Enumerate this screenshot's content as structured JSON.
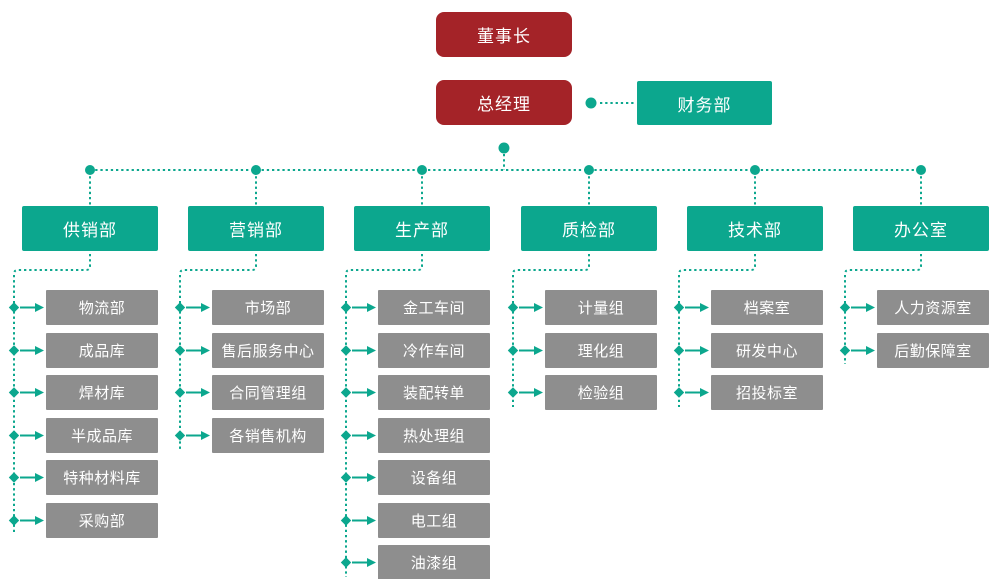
{
  "colors": {
    "leader_red": "#A42328",
    "dept_teal": "#0CA78E",
    "sub_gray": "#8E8E8E",
    "text_white": "#FFFFFF"
  },
  "top_nodes": {
    "chairman": {
      "label": "董事长"
    },
    "general_manager": {
      "label": "总经理"
    },
    "finance": {
      "label": "财务部"
    }
  },
  "departments": [
    {
      "id": "supply-sales",
      "label": "供销部",
      "children": [
        "物流部",
        "成品库",
        "焊材库",
        "半成品库",
        "特种材料库",
        "采购部"
      ]
    },
    {
      "id": "marketing",
      "label": "营销部",
      "children": [
        "市场部",
        "售后服务中心",
        "合同管理组",
        "各销售机构"
      ]
    },
    {
      "id": "production",
      "label": "生产部",
      "children": [
        "金工车间",
        "冷作车间",
        "装配转单",
        "热处理组",
        "设备组",
        "电工组",
        "油漆组"
      ]
    },
    {
      "id": "quality-inspection",
      "label": "质检部",
      "children": [
        "计量组",
        "理化组",
        "检验组"
      ]
    },
    {
      "id": "technology",
      "label": "技术部",
      "children": [
        "档案室",
        "研发中心",
        "招投标室"
      ]
    },
    {
      "id": "office",
      "label": "办公室",
      "children": [
        "人力资源室",
        "后勤保障室"
      ]
    }
  ]
}
